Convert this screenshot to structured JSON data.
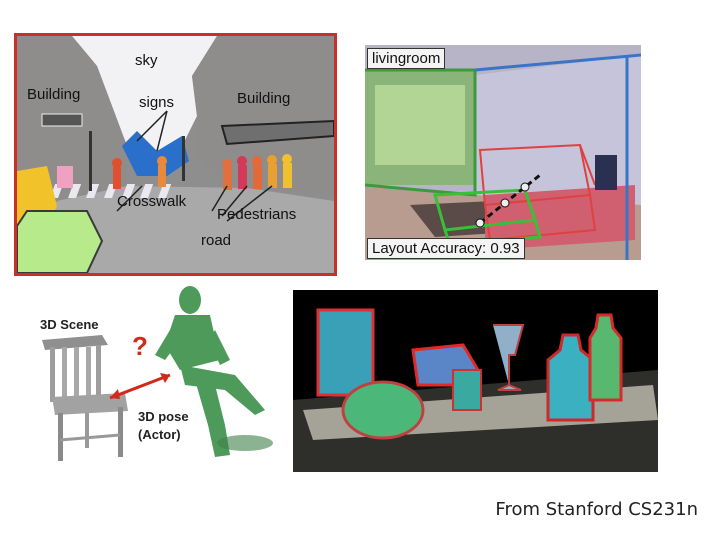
{
  "segmentation_panel": {
    "label_sky": "sky",
    "label_building_left": "Building",
    "label_building_right": "Building",
    "label_signs": "signs",
    "label_crosswalk": "Crosswalk",
    "label_pedestrians": "Pedestrians",
    "label_road": "road"
  },
  "layout_panel": {
    "label_scene": "livingroom",
    "label_accuracy": "Layout Accuracy: 0.93"
  },
  "pose_panel": {
    "label_scene": "3D Scene",
    "label_question": "?",
    "label_pose_line1": "3D pose",
    "label_pose_line2": "(Actor)"
  },
  "caption": "From Stanford CS231n"
}
